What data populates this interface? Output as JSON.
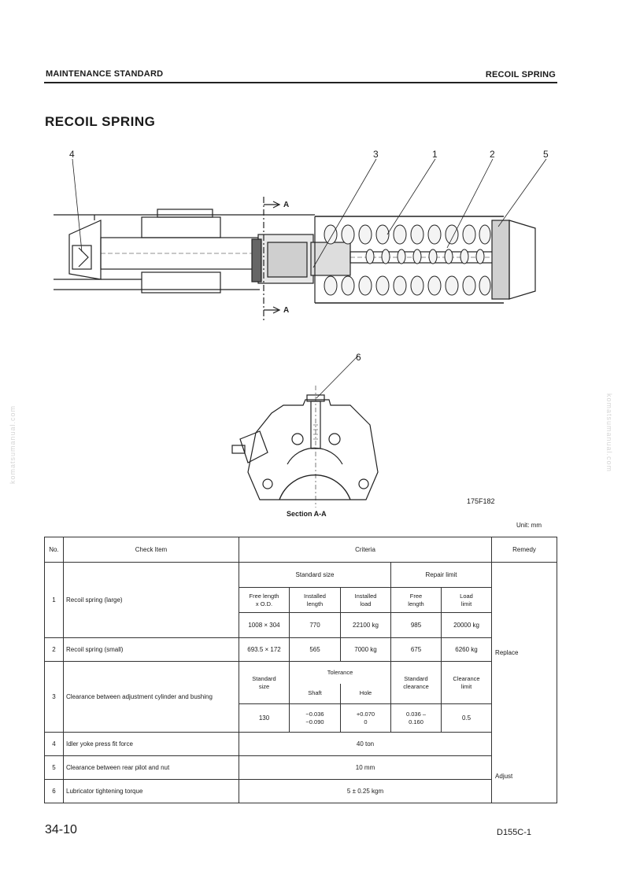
{
  "header": {
    "left": "MAINTENANCE STANDARD",
    "right": "RECOIL SPRING"
  },
  "title": "RECOIL SPRING",
  "watermarks": {
    "left": "komatsumanual.com",
    "right": "komatsumanual.com"
  },
  "figure": {
    "callouts": [
      "4",
      "3",
      "1",
      "2",
      "5",
      "6"
    ],
    "section_marker": "A",
    "section_caption": "Section A-A",
    "figure_code": "175F182"
  },
  "unit_note": "Unit: mm",
  "table": {
    "headers": {
      "no": "No.",
      "check_item": "Check Item",
      "criteria": "Criteria",
      "remedy": "Remedy"
    },
    "rows": [
      {
        "no": "1",
        "item": "Recoil spring (large)",
        "std_label": "Standard size",
        "rep_label": "Repair limit",
        "col_free_length_od": "Free length\nx O.D.",
        "col_installed_length": "Installed\nlength",
        "col_installed_load": "Installed\nload",
        "col_free_length": "Free\nlength",
        "col_load_limit": "Load\nlimit",
        "free_length_od": "1008 × 304",
        "installed_length": "770",
        "installed_load": "22100 kg",
        "free_length": "985",
        "load_limit": "20000 kg"
      },
      {
        "no": "2",
        "item": "Recoil spring (small)",
        "free_length_od": "693.5 × 172",
        "installed_length": "565",
        "installed_load": "7000 kg",
        "free_length": "675",
        "load_limit": "6260 kg"
      },
      {
        "no": "3",
        "item": "Clearance between adjustment cylinder and bushing",
        "std_size_label": "Standard\nsize",
        "tolerance_label": "Tolerance",
        "shaft_label": "Shaft",
        "hole_label": "Hole",
        "std_clearance_label": "Standard\nclearance",
        "clearance_limit_label": "Clearance\nlimit",
        "std_size": "130",
        "shaft": "−0.036\n−0.090",
        "hole": "+0.070\n0",
        "std_clearance": "0.036 –\n0.160",
        "clearance_limit": "0.5"
      },
      {
        "no": "4",
        "item": "Idler yoke press fit force",
        "criteria": "40 ton"
      },
      {
        "no": "5",
        "item": "Clearance between rear pilot and nut",
        "criteria": "10 mm"
      },
      {
        "no": "6",
        "item": "Lubricator tightening torque",
        "criteria": "5 ± 0.25 kgm"
      }
    ],
    "remedy_replace": "Replace",
    "remedy_adjust": "Adjust"
  },
  "footer": {
    "page": "34-10",
    "model": "D155C-1"
  }
}
